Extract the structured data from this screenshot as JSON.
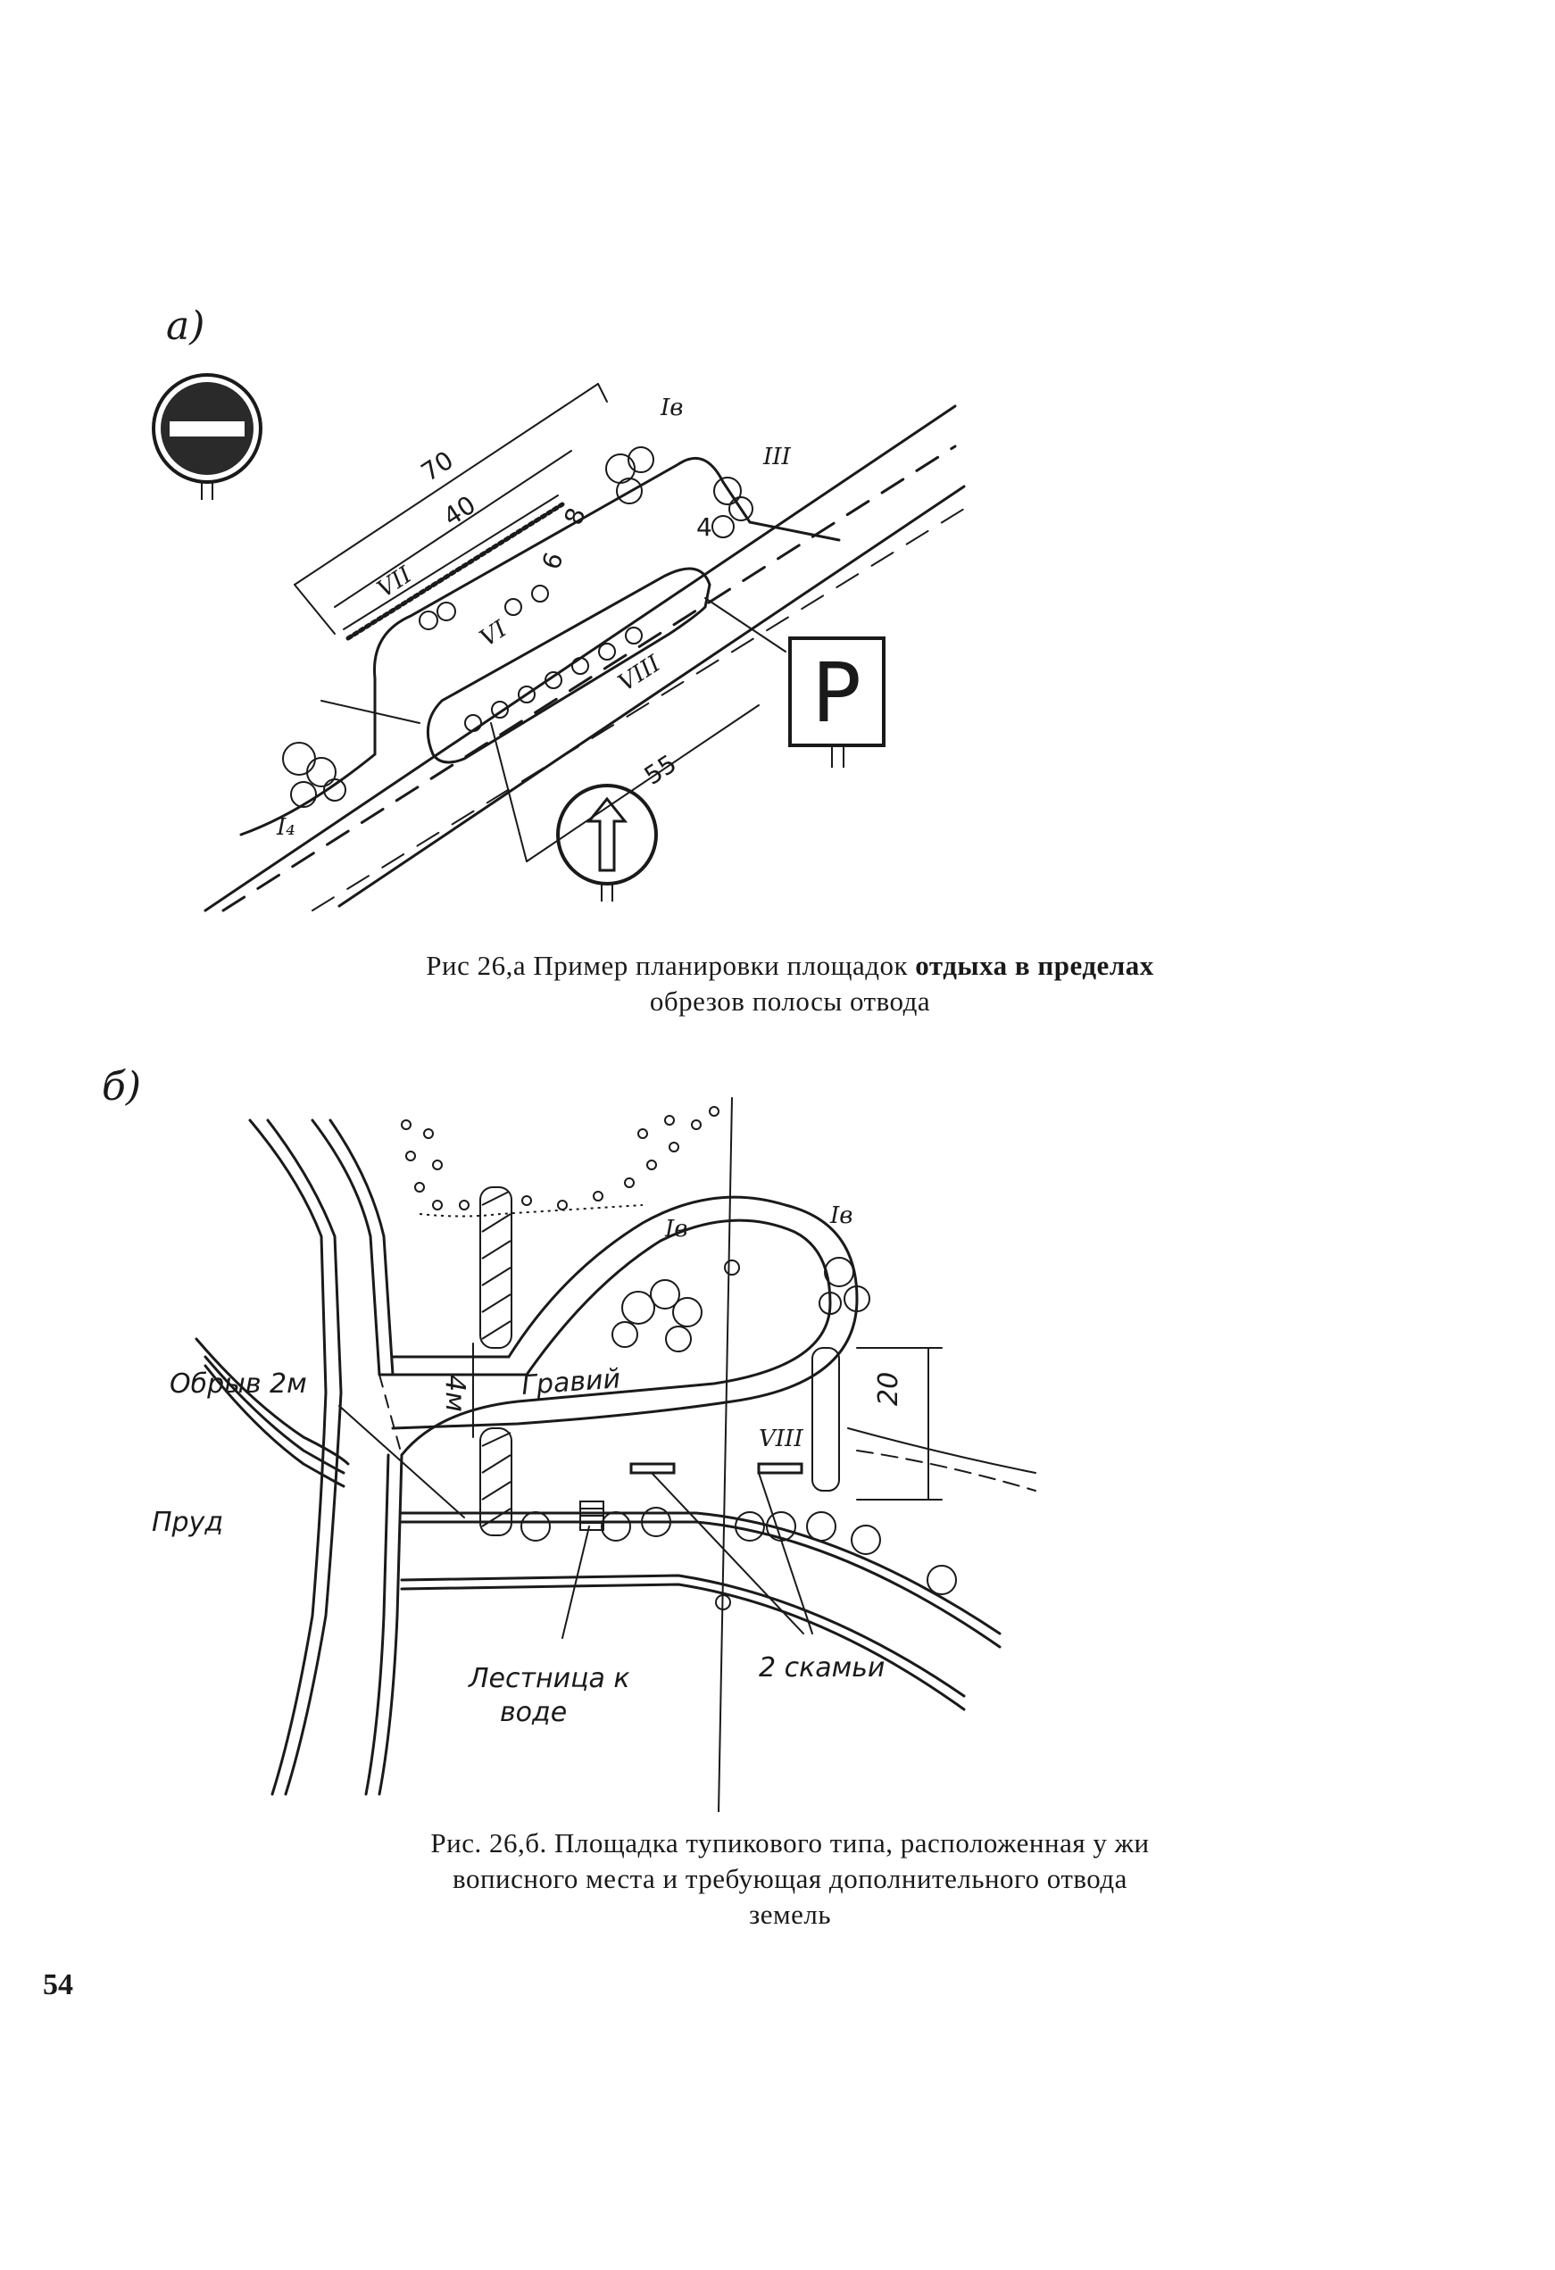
{
  "figure_a": {
    "letter": "а)",
    "dim_70": "70",
    "dim_40": "40",
    "dim_6": "6",
    "dim_8": "8",
    "dim_4": "4",
    "dim_55": "55",
    "label_i_top": "Iв",
    "label_i_left": "I₄",
    "label_iii": "III",
    "label_vii": "VII",
    "label_vi": "VI",
    "label_viii": "VIII",
    "parking_sign": "P",
    "caption_pre": "Рис 26,а Пример планировки площадок",
    "caption_bold": "отдыха в пределах",
    "caption_line2": "обрезов полосы отвода"
  },
  "figure_b": {
    "letter": "б)",
    "label_obryv": "Обрыв 2м",
    "label_graviy": "Гравий",
    "label_prud": "Пруд",
    "label_4m": "4м",
    "label_20": "20",
    "label_ib_inner": "Iв",
    "label_ib_right": "Iв",
    "label_viii": "VIII",
    "label_lestnica_1": "Лестница к",
    "label_lestnica_2": "воде",
    "label_skami": "2 скамьи",
    "caption_line1": "Рис. 26,б. Площадка тупикового типа, расположенная у жи",
    "caption_line2": "вописного места и требующая дополнительного отвода",
    "caption_line3": "земель"
  },
  "page_number": "54"
}
